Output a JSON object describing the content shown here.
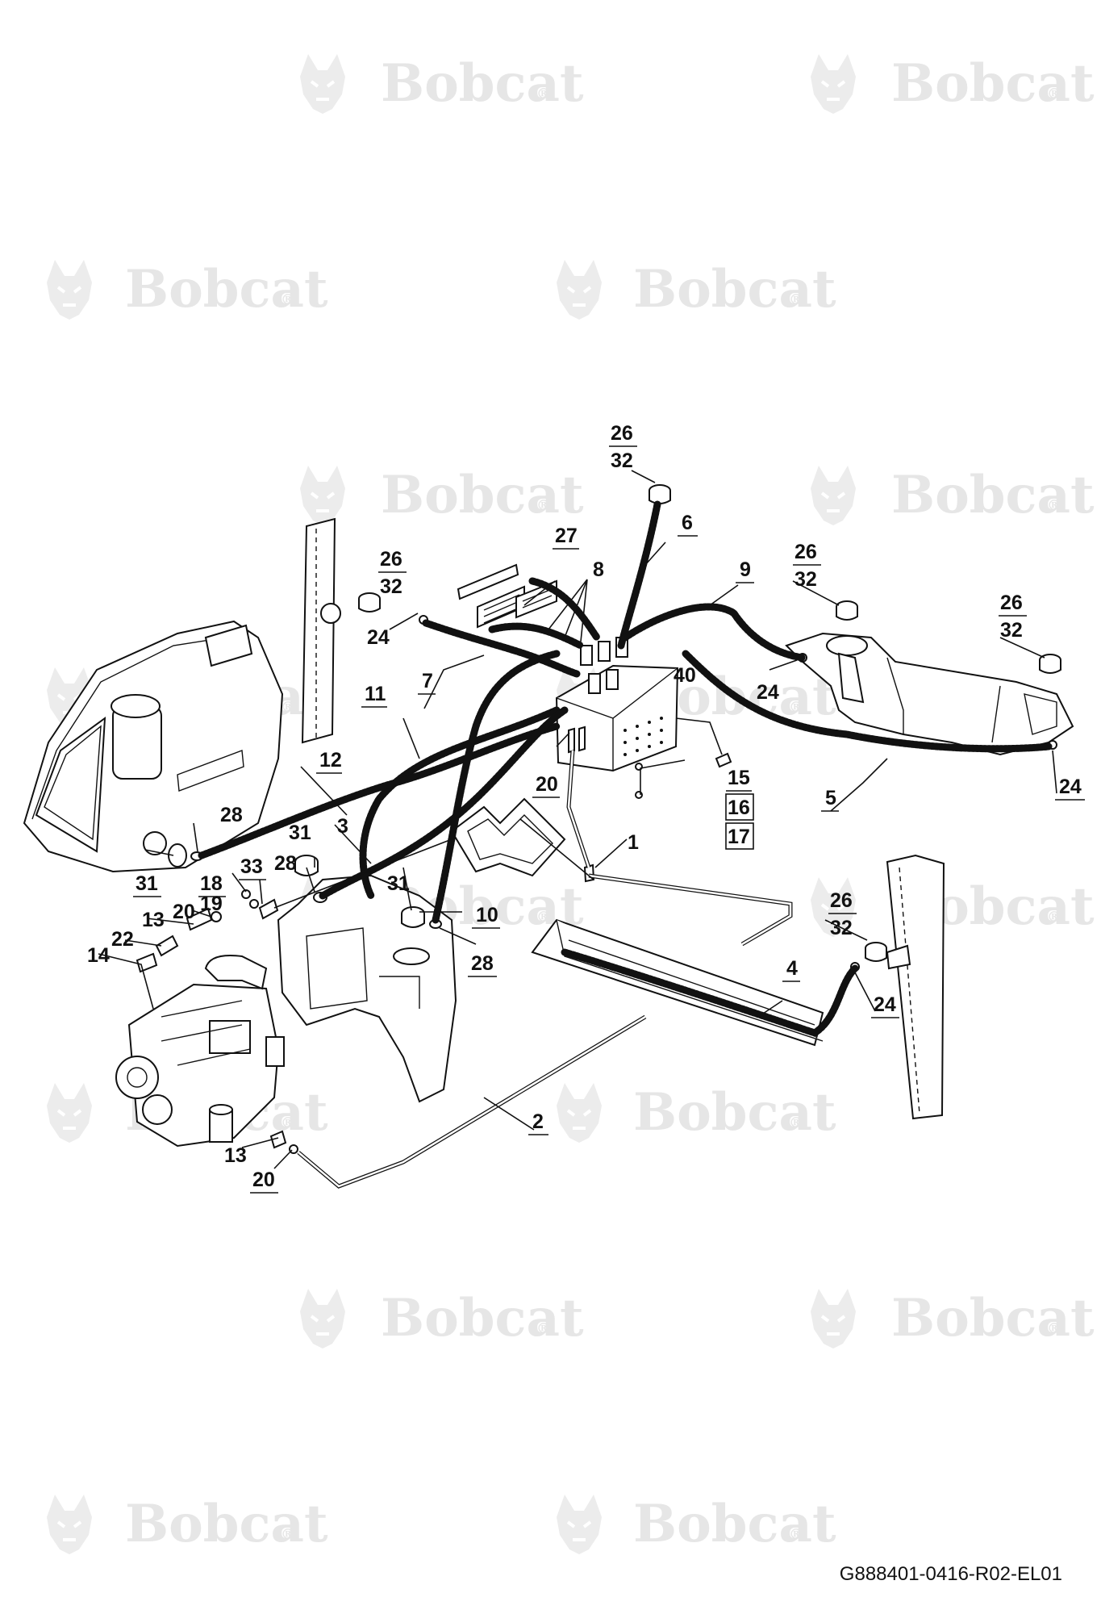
{
  "watermark": {
    "text": "Bobcat",
    "registered": "®"
  },
  "reference_code": "G888401-0416-R02-EL01",
  "callouts": {
    "c1": "1",
    "c2": "2",
    "c3": "3",
    "c4": "4",
    "c5": "5",
    "c6": "6",
    "c7": "7",
    "c8": "8",
    "c9": "9",
    "c10": "10",
    "c11": "11",
    "c12": "12",
    "c13a": "13",
    "c13b": "13",
    "c14": "14",
    "c15": "15",
    "c16": "16",
    "c17": "17",
    "c18": "18",
    "c19": "19",
    "c20a": "20",
    "c20b": "20",
    "c20c": "20",
    "c22": "22",
    "c24a": "24",
    "c24b": "24",
    "c24c": "24",
    "c24d": "24",
    "c26a": "26",
    "c32a": "32",
    "c26b": "26",
    "c32b": "32",
    "c26c": "26",
    "c32c": "32",
    "c26d": "26",
    "c32d": "32",
    "c26e": "26",
    "c32e": "32",
    "c27": "27",
    "c28a": "28",
    "c28b": "28",
    "c28c": "28",
    "c31a": "31",
    "c31b": "31",
    "c31c": "31",
    "c33": "33",
    "c40": "40"
  }
}
